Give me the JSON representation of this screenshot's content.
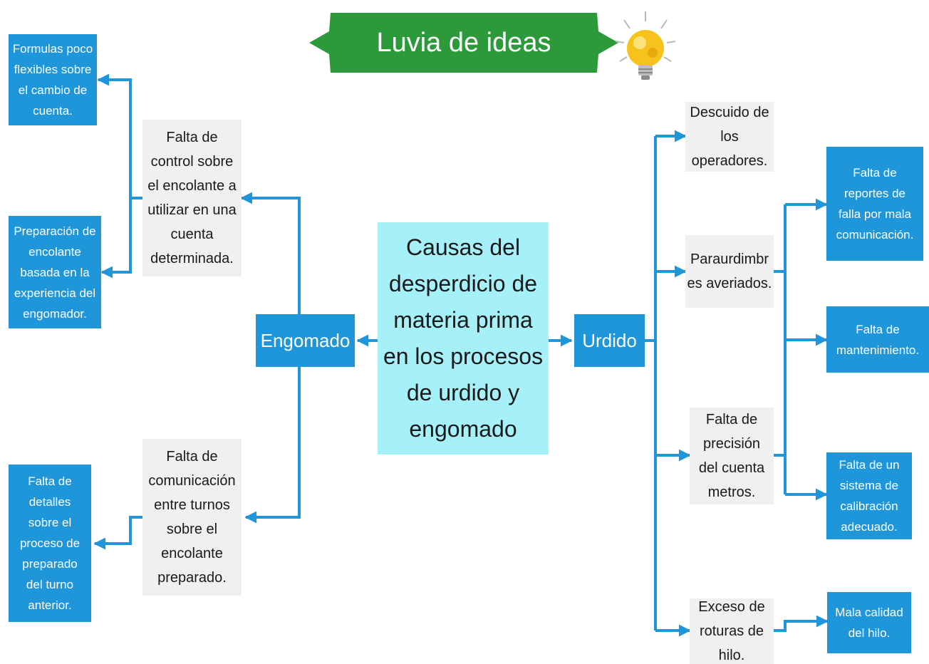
{
  "banner": {
    "title": "Luvia de ideas"
  },
  "center": {
    "text": "Causas del\ndesperdicio de\nmateria prima\nen los procesos\nde urdido y\nengomado"
  },
  "hubs": {
    "engomado": "Engomado",
    "urdido": "Urdido"
  },
  "engomado": {
    "cause_control": "Falta de\ncontrol sobre\nel encolante a\nutilizar en una\ncuenta\ndeterminada.",
    "cause_comunicacion": "Falta de\ncomunicación\nentre turnos\nsobre el\nencolante\npreparado.",
    "sub_formulas": "Formulas poco\nflexibles sobre\nel cambio de\ncuenta.",
    "sub_preparacion": "Preparación de\nencolante\nbasada en la\nexperiencia del\nengomador.",
    "sub_detalles": "Falta de\ndetalles\nsobre el\nproceso de\npreparado\ndel turno\nanterior."
  },
  "urdido": {
    "cause_descuido": "Descuido de\nlos\noperadores.",
    "cause_paraurdimbres": "Paraurdimbr\nes averiados.",
    "cause_precision": "Falta de\nprecisión\ndel cuenta\nmetros.",
    "cause_roturas": "Exceso de\nroturas de\nhilo.",
    "sub_reportes": "Falta de\nreportes de\nfalla por mala\ncomunicación.",
    "sub_mantenimiento": "Falta de\nmantenimiento.",
    "sub_calibracion": "Falta de un\nsistema de\ncalibración\nadecuado.",
    "sub_calidad": "Mala calidad\ndel hilo."
  },
  "colors": {
    "banner": "#2c9a3a",
    "node_blue": "#1e96d9",
    "node_gray": "#f0f0f0",
    "center": "#a6f1f9",
    "connector": "#1e96d9"
  },
  "icons": {
    "banner_icon": "lightbulb-icon"
  }
}
